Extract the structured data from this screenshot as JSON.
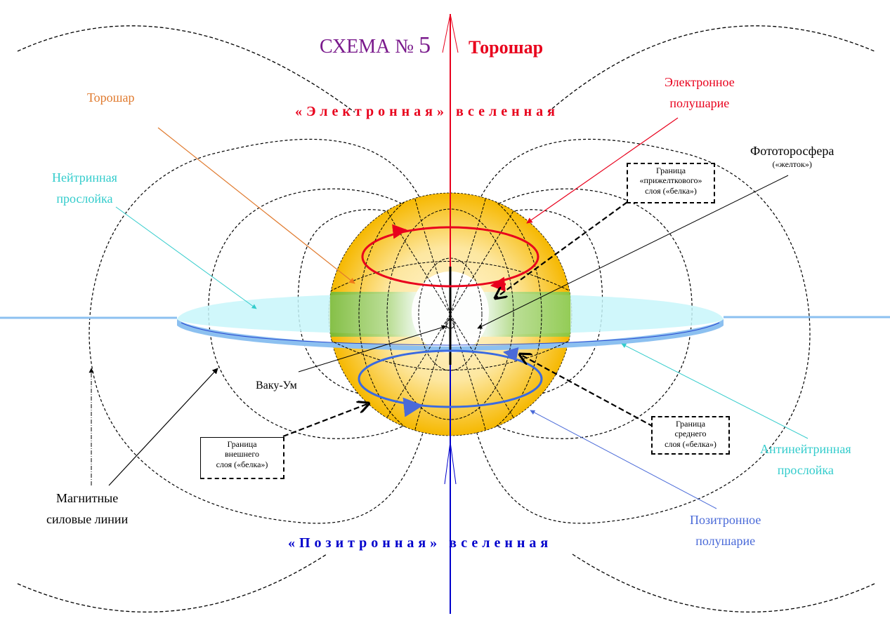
{
  "title": {
    "scheme": "СХЕМА №",
    "scheme_number": "5",
    "top_label": "Торошар"
  },
  "universes": {
    "electron": "«Электронная» вселенная",
    "positron": "«Позитронная» вселенная"
  },
  "labels": {
    "torosphere_left": "Торошар",
    "neutrino_layer": [
      "Нейтринная",
      "прослойка"
    ],
    "electron_hemisphere": [
      "Электронное",
      "полушарие"
    ],
    "phototorosphere": "Фототоросфера",
    "phototorosphere_sub": "(«желток»)",
    "vacuum": "Ваку-Ум",
    "magnetic_lines": [
      "Магнитные",
      "силовые линии"
    ],
    "antineutrino_layer": [
      "Антинейтринная",
      "прослойка"
    ],
    "positron_hemisphere": [
      "Позитронное",
      "полушарие"
    ]
  },
  "boxes": {
    "inner": [
      "Граница",
      "«прижелткового»",
      "слоя («белка»)"
    ],
    "middle": [
      "Граница",
      "среднего",
      "слоя («белка»)"
    ],
    "outer": [
      "Граница",
      "внешнего",
      "слоя («белка»)"
    ]
  },
  "colors": {
    "electron": "#e8001c",
    "positron": "#0000cc",
    "scheme": "#7a1a8c",
    "torosphere_label": "#e07a2e",
    "neutrino": "#33cccc",
    "positron_hemisphere": "#4a6ad8",
    "sphere_outer": "#f5b800",
    "sphere_inner": "#fff2c8",
    "band_green": "#8cc63f",
    "disk_light": "#c8f6fa",
    "disk_dark": "#8cc0f0"
  }
}
